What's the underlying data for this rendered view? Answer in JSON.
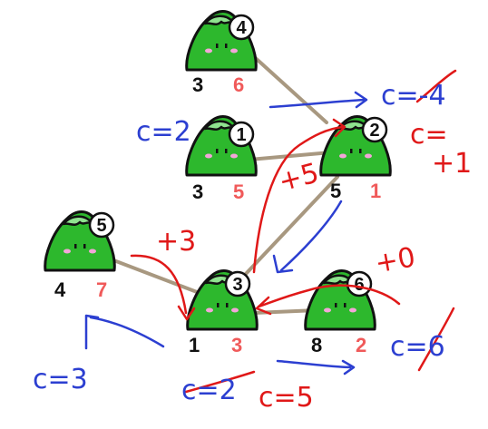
{
  "nodes": [
    {
      "id": "4",
      "left_value": "3",
      "right_value": "6"
    },
    {
      "id": "1",
      "left_value": "3",
      "right_value": "5"
    },
    {
      "id": "2",
      "left_value": "5",
      "right_value": "1"
    },
    {
      "id": "5",
      "left_value": "4",
      "right_value": "7"
    },
    {
      "id": "3",
      "left_value": "1",
      "right_value": "3"
    },
    {
      "id": "6",
      "left_value": "8",
      "right_value": "2"
    }
  ],
  "annotations": {
    "c_top_right_old": "c=-4",
    "c_right_of_2": "c=",
    "plus_one": "+1",
    "c_left_of_1": "c=2",
    "plus_five": "+5",
    "plus_three": "+3",
    "plus_zero": "+0",
    "c_right_of_6": "c=6",
    "c_bottom_left": "c=3",
    "c_bottom_old": "c=2",
    "c_bottom_new": "c=5"
  },
  "colors": {
    "blob_green": "#2db82d",
    "blob_highlight": "#8fe38f",
    "edge": "#a89880",
    "value_black": "#111111",
    "value_red": "#f05a5a",
    "ink_blue": "#2c3fd1",
    "ink_red": "#e01818"
  }
}
